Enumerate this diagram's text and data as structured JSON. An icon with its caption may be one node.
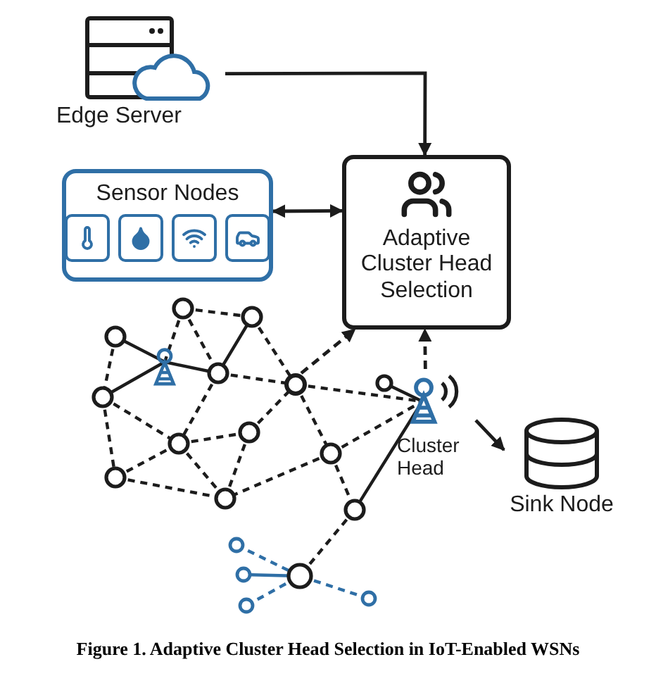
{
  "diagram": {
    "caption": "Figure 1. Adaptive Cluster Head Selection in IoT-Enabled WSNs",
    "nodes": [
      {
        "text": [
          "Edge Server"
        ]
      },
      {
        "text": [
          "Sensor Nodes"
        ]
      },
      {
        "text": [
          "Adaptive Cluster Head Selection"
        ]
      },
      {
        "text": [],
        "shape": "circle"
      },
      {
        "text": [
          "Cluster Head"
        ]
      },
      {
        "text": [
          "Sink Node"
        ]
      }
    ],
    "edges": [
      {
        "from": 0,
        "to": 2,
        "arrow": "to"
      },
      {
        "from": 1,
        "to": 2,
        "arrow": "both"
      },
      {
        "from": 4,
        "to": 2,
        "arrow": "to",
        "style": "dashed"
      },
      {
        "from": 4,
        "to": 5,
        "arrow": "to"
      },
      {
        "from": 3,
        "to": 2,
        "arrow": "to",
        "style": "dashed"
      }
    ]
  }
}
